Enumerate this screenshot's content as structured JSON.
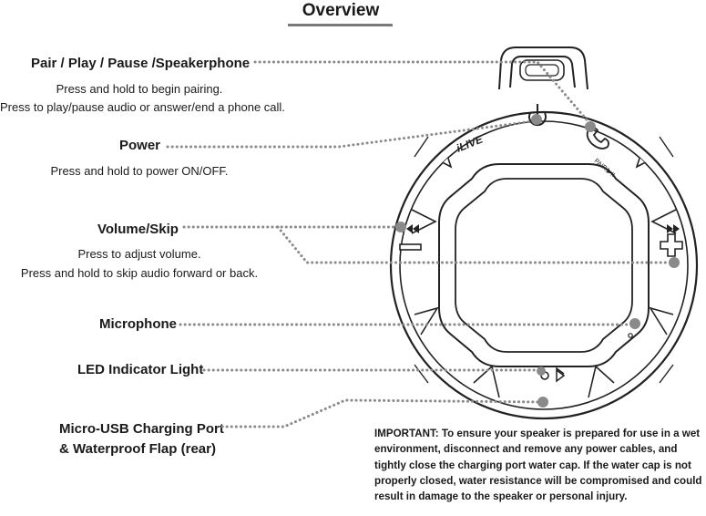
{
  "header": {
    "title": "Overview"
  },
  "callouts": {
    "pair": {
      "label": "Pair / Play / Pause /Speakerphone",
      "desc1": "Press and hold to begin pairing.",
      "desc2": "Press to play/pause audio or answer/end a phone call."
    },
    "power": {
      "label": "Power",
      "desc1": "Press and hold to power ON/OFF."
    },
    "volume": {
      "label": "Volume/Skip",
      "desc1": "Press to adjust volume.",
      "desc2": "Press and hold to skip audio forward or back."
    },
    "microphone": {
      "label": "Microphone"
    },
    "led": {
      "label": "LED Indicator Light"
    },
    "usb": {
      "label1": "Micro-USB Charging Port",
      "label2": "& Waterproof Flap (rear)"
    }
  },
  "important": {
    "text": "IMPORTANT: To ensure your speaker is prepared for use in a wet environment, disconnect and remove any power cables, and tightly close the charging port water cap. If the water cap is not properly closed, water resistance will be compromised and could result in damage to the speaker or personal injury."
  },
  "device": {
    "logo": "iLIVE",
    "pair_button_text": "PAIR/▶II"
  },
  "colors": {
    "text": "#1a1a1a",
    "leader": "#8a8a8a",
    "rule": "#7a7a7a"
  },
  "icons": [
    "power-icon",
    "phone-icon",
    "bluetooth-icon",
    "skip-back-icon",
    "skip-forward-icon",
    "minus-icon",
    "plus-icon"
  ]
}
